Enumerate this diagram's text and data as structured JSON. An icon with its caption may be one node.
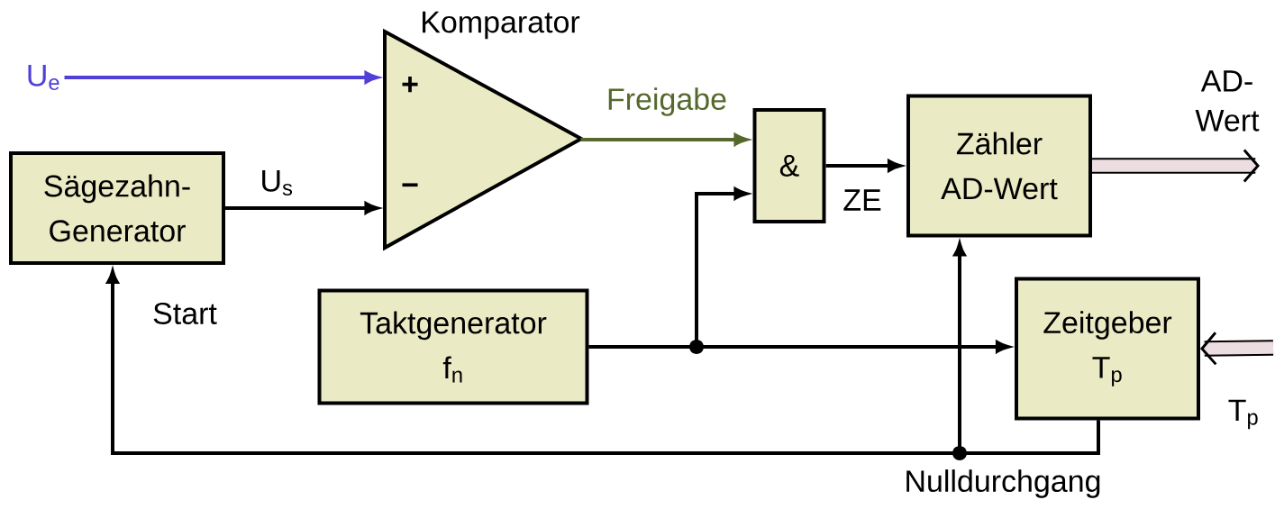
{
  "diagram": {
    "nodes": [
      {
        "text": [
          "Komparator",
          "+",
          "−"
        ]
      },
      {
        "text": [
          "Sägezahn- Generator"
        ]
      },
      {
        "text": [
          "&"
        ]
      },
      {
        "text": [
          "Zähler AD-Wert"
        ]
      },
      {
        "text": [
          "Taktgenerator",
          "f$_{n}$"
        ]
      },
      {
        "text": [
          "Zeitgeber",
          "T$_{p}$"
        ]
      },
      {
        "text": [
          "U$_{e}$"
        ]
      }
    ],
    "edges": [
      {
        "from": 6,
        "to": 0,
        "arrow": "to",
        "color": "#5040d8"
      },
      {
        "from": 1,
        "to": 0,
        "arrow": "to",
        "label": "U$_{s}$"
      },
      {
        "from": 0,
        "to": 2,
        "arrow": "to",
        "label": "Freigabe",
        "color": "#56682c"
      },
      {
        "from": 2,
        "to": 3,
        "arrow": "to",
        "label": "ZE"
      },
      {
        "from": 3,
        "to": null,
        "arrow": "to",
        "label": "AD- Wert",
        "style": "thick",
        "color": "#ecdde0"
      },
      {
        "from": null,
        "to": 5,
        "arrow": "to",
        "label": "T$_{p}$",
        "style": "thick",
        "color": "#ecdde0"
      },
      {
        "from": 4,
        "to": 2,
        "arrow": "to"
      },
      {
        "from": 4,
        "to": 5,
        "arrow": "to"
      },
      {
        "from": 5,
        "to": 3,
        "arrow": "to",
        "label": "Nulldurchgang"
      },
      {
        "from": 5,
        "to": 1,
        "arrow": "to",
        "label": "Start"
      }
    ]
  }
}
